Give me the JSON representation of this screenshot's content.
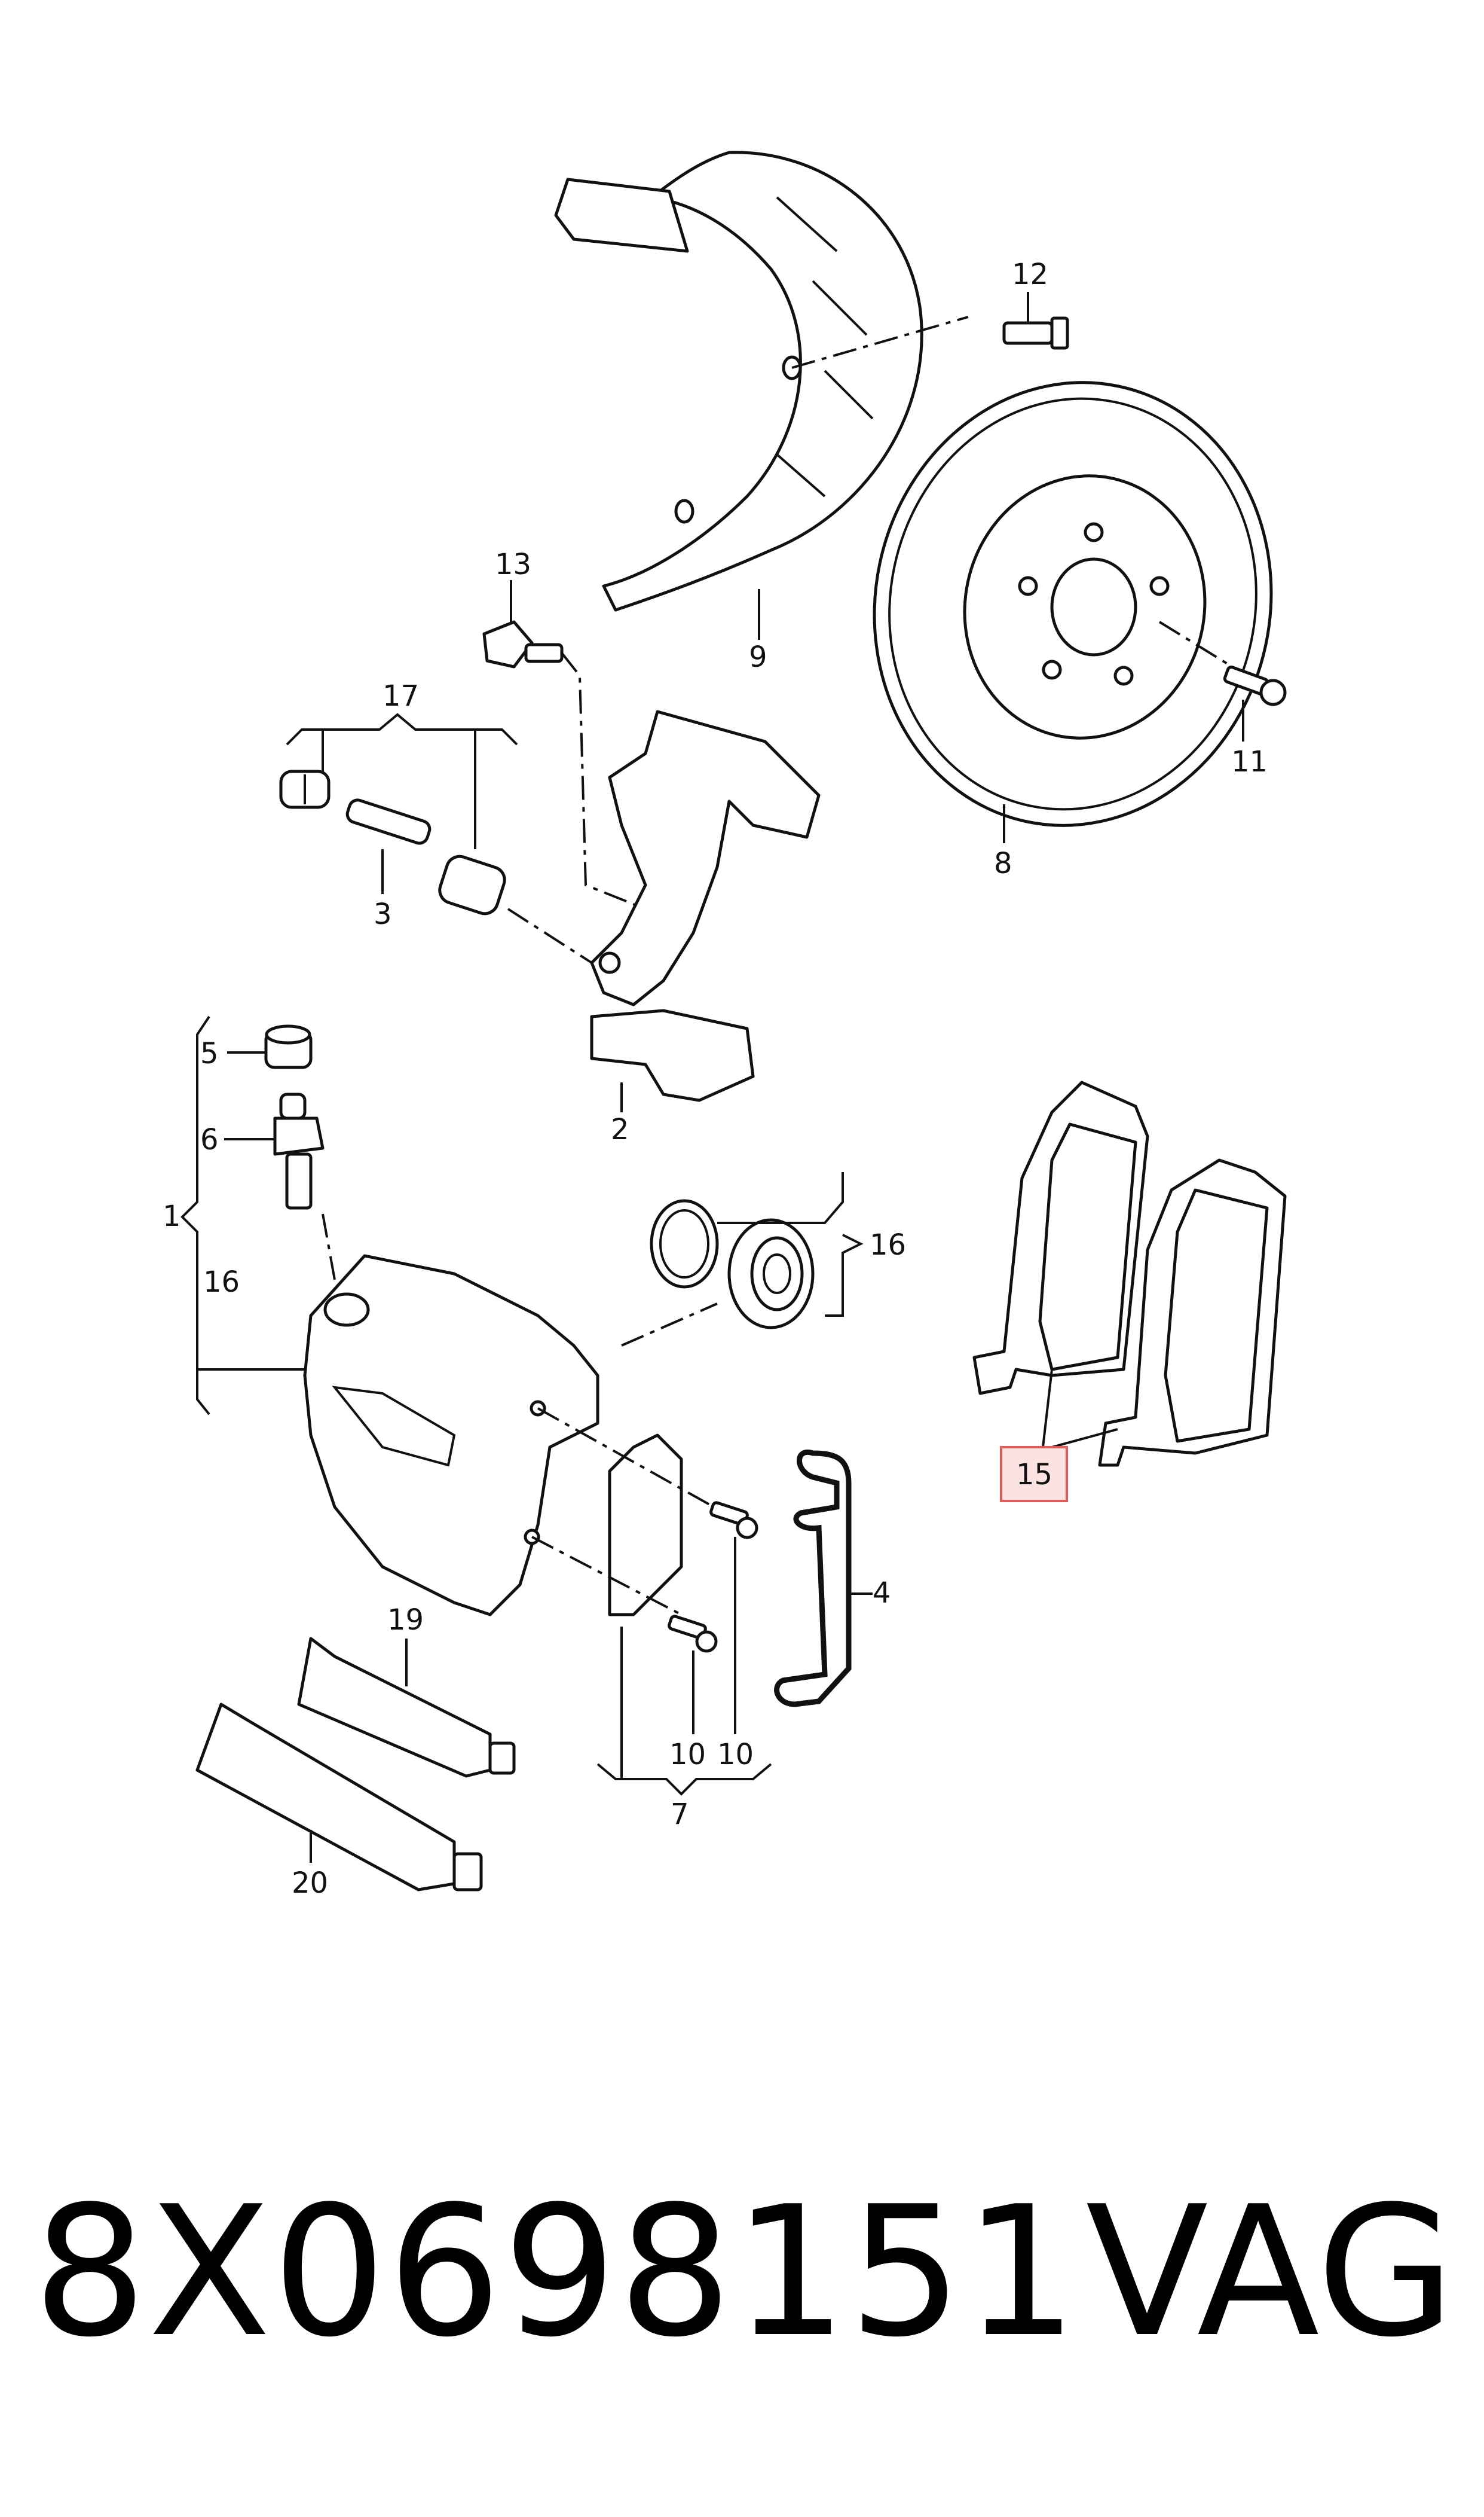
{
  "callouts": {
    "c1": "1",
    "c2": "2",
    "c3": "3",
    "c4": "4",
    "c5": "5",
    "c6": "6",
    "c7": "7",
    "c8": "8",
    "c9": "9",
    "c10a": "10",
    "c10b": "10",
    "c11": "11",
    "c12": "12",
    "c13": "13",
    "c15": "15",
    "c16a": "16",
    "c16b": "16",
    "c17": "17",
    "c19": "19",
    "c20": "20"
  },
  "highlighted_callout": "15",
  "highlight_color": "#e05a5a",
  "footer": {
    "part_number": "8X0698151",
    "brand": "VAG"
  }
}
